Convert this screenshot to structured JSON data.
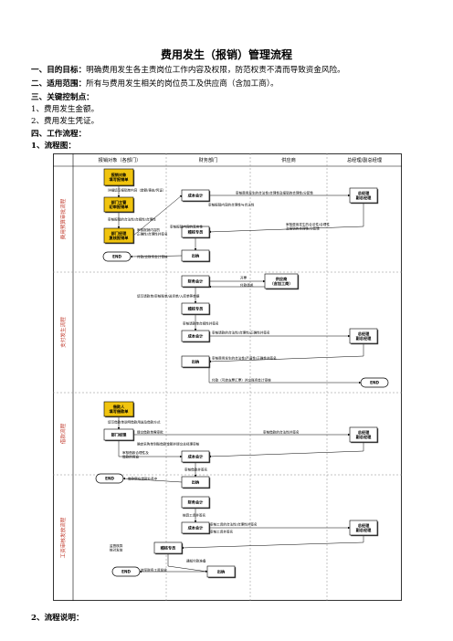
{
  "title": "费用发生（报销）管理流程",
  "sections": {
    "purpose_head": "一、目的目标：",
    "purpose_text": "明确费用发生各主责岗位工作内容及权限，防范权责不清而导致资金风险。",
    "scope_head": "二、适用范围：",
    "scope_text": "所有与费用发生相关的岗位员工及供应商（含加工商）。",
    "control_head": "三、关键控制点：",
    "control_1": "1、费用发生金额。",
    "control_2": "2、费用发生凭证。",
    "process_head": "四、工作流程：",
    "flowchart_head": "1、流程图：",
    "desc_head": "2、流程说明："
  },
  "flow": {
    "columns": [
      "报销对象（各部门）",
      "财务部门",
      "供应商",
      "总经理/副总经理"
    ],
    "lanes": [
      "费用预算审批流程",
      "支付发生流程",
      "借款流程",
      "工资审核发放流程"
    ],
    "nodes": {
      "n1": "报销对象\n填写报销单",
      "n2": "部门主管\n初审报销单",
      "n3": "部门经理\n复核报销单",
      "n4": "成本会计",
      "n5": "总经理\n副总经理",
      "n6": "稽核专员",
      "n7": "出纳",
      "n8": "END",
      "n9": "财务会计",
      "n10": "供应商\n（含加工商）",
      "n11": "稽核专员",
      "n12": "成本会计",
      "n13": "总经理\n副总经理",
      "n14": "出纳",
      "n15": "END",
      "n16": "借款人\n填写借款单",
      "n17": "部门经理",
      "n18": "总经理\n副总经理",
      "n19": "成本会计",
      "n20": "出纳",
      "n21": "END",
      "n22": "财务会计",
      "n23": "成本会计",
      "n24": "总经理\n副总经理",
      "n25": "稽核专员",
      "n26": "出纳",
      "n27": "END"
    },
    "notes": {
      "t1": "详细填写报销单内容（金额/事由/凭证）",
      "t2": "审核报销的合法性/合规性/合理性",
      "t3": "审核报销内容的合理性与合法性",
      "t4": "审核费用发生的合法性/合理性及报销的合理性/分配性",
      "t5": "审核报销内容的真实性",
      "t6": "审核报销内容的\n正确性/合理性并签名",
      "t7": "审核费用发生的合法性/合理性\n及报销的合理性/分配性",
      "t8": "付款/交财务会计审核",
      "t9": "开票",
      "t10": "付款请求",
      "t11": "填写请款单/审核账单/送货单/入库单等单据",
      "t12": "审核请款单合规性并签名",
      "t13": "审核请款的合法性/合理性/正确性并签名",
      "t14": "审核费用发生的合法性/严谨性/正确性并签名",
      "t15": "付款（可转支票汇票）并交账务会计审核",
      "t16": "填写借款单说明借款用途及借款方式",
      "t17": "提交借款单需审批",
      "t18": "确定采购单到账借款金额并提交总经理审核",
      "t19": "审核借款的合法性并签名",
      "t20": "审核借款合理性及\n借款的用途",
      "t21": "审核借款并签名",
      "t22": "借款额在借款业务中",
      "t23": "核算工资并签名",
      "t24": "审核工资的合法性/合理性并签名",
      "t25": "审核工资并签名",
      "t26": "监督核算\n核对发放",
      "t27": "通知付款准备",
      "t28": "转至财务工资发放"
    }
  }
}
